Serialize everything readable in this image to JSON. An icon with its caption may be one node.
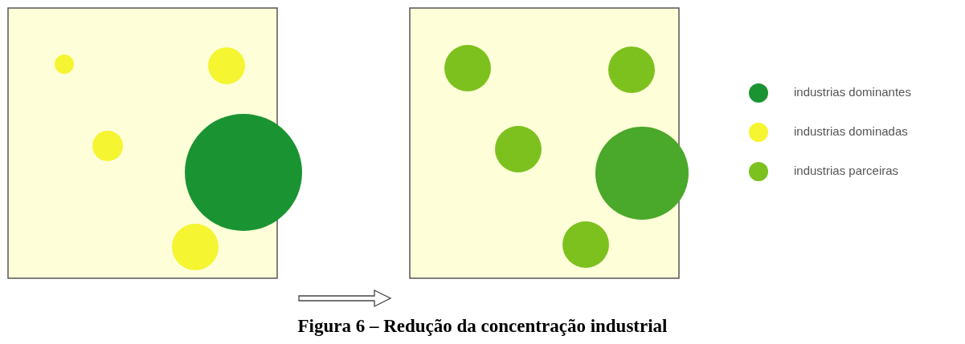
{
  "diagram": {
    "caption": "Figura 6 – Redução da concentração industrial",
    "legend": [
      {
        "text": "industrias dominantes",
        "color": "#1a9432"
      },
      {
        "text": "industrias dominadas",
        "color": "#f5f531"
      },
      {
        "text": "industrias parceiras",
        "color": "#7dc11f"
      }
    ]
  }
}
